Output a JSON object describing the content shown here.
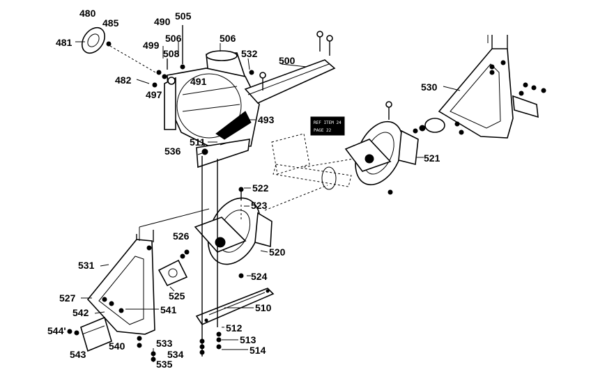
{
  "callouts": {
    "c480": "480",
    "c485": "485",
    "c481": "481",
    "c490": "490",
    "c505": "505",
    "c506a": "506",
    "c506b": "506",
    "c499": "499",
    "c508": "508",
    "c532": "532",
    "c500": "500",
    "c482": "482",
    "c491": "491",
    "c497": "497",
    "c493": "493",
    "c530": "530",
    "c511": "511",
    "c536": "536",
    "c521": "521",
    "c522": "522",
    "c523": "523",
    "c520": "520",
    "c526": "526",
    "c531": "531",
    "c525": "525",
    "c524": "524",
    "c527": "527",
    "c541": "541",
    "c542": "542",
    "c510": "510",
    "c544": "544'",
    "c540": "540",
    "c533": "533",
    "c512": "512",
    "c513": "513",
    "c534": "534",
    "c514": "514",
    "c543": "543",
    "c535": "535"
  },
  "reference_note": {
    "line1": "REF ITEM 24",
    "line2": "PAGE 22"
  }
}
